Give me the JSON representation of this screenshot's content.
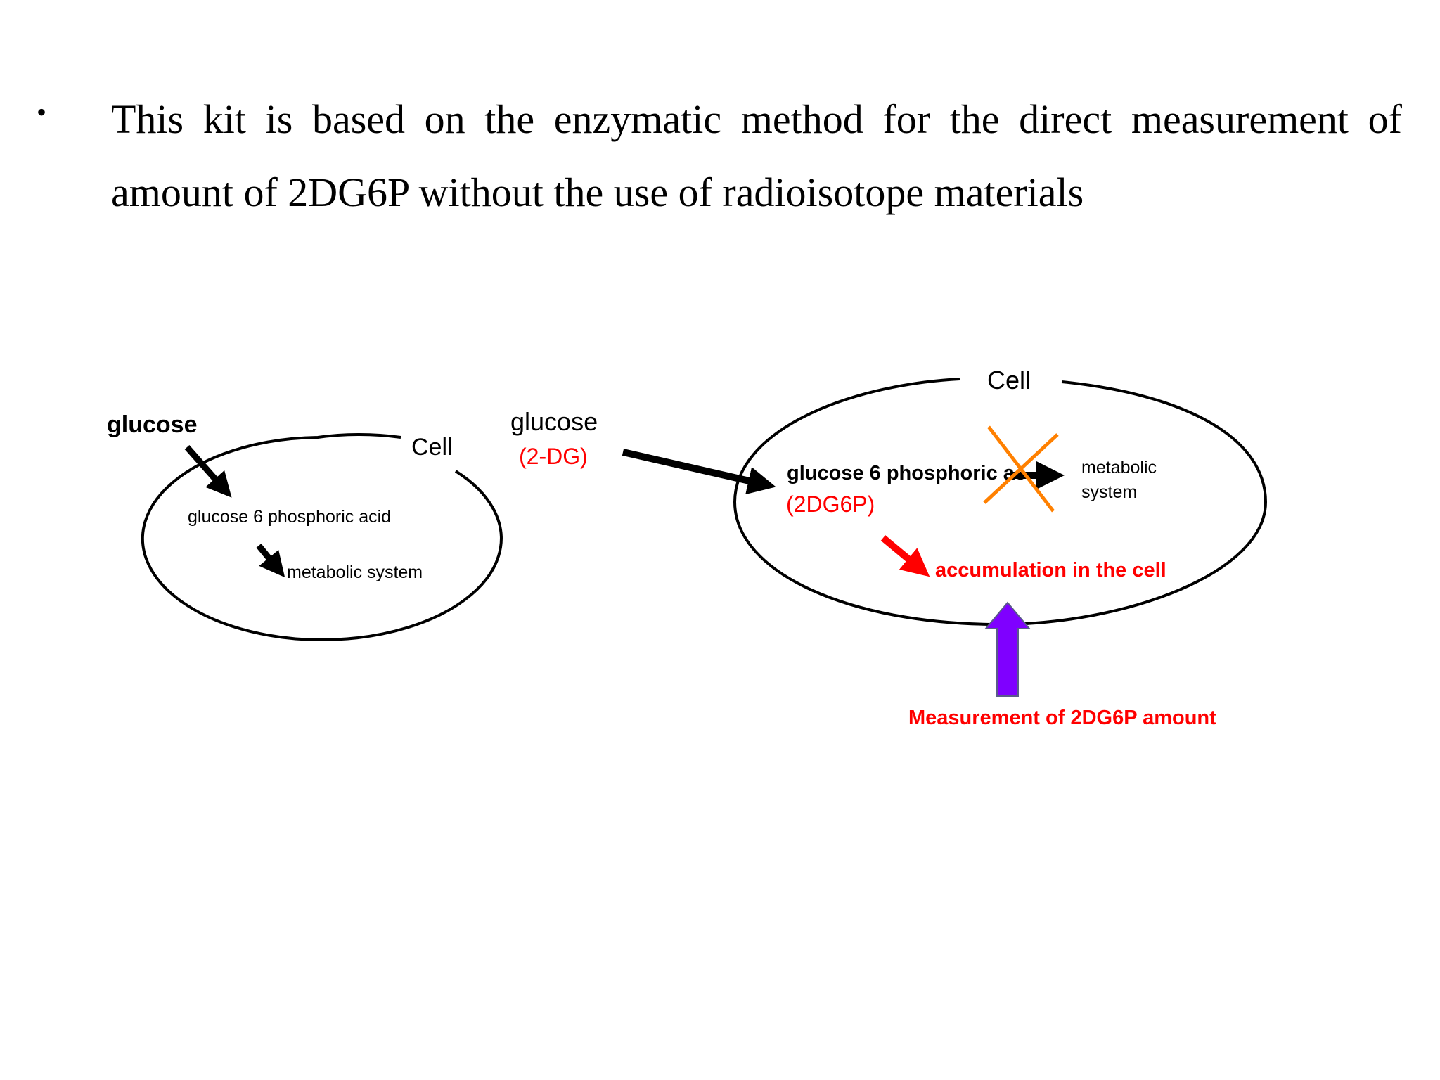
{
  "slide": {
    "bullet_symbol": "•",
    "text": "This kit is based on the enzymatic method for the direct measurement of amount of 2DG6P  without the use of radioisotope materials"
  },
  "left_cell": {
    "cell_label": "Cell",
    "input_label": "glucose",
    "intermediate_label": "glucose 6 phosphoric acid",
    "output_label": "metabolic system"
  },
  "right_cell": {
    "cell_label": "Cell",
    "input_label": "glucose",
    "input_sublabel": "(2-DG)",
    "intermediate_label": "glucose 6 phosphoric ac",
    "intermediate_sublabel": "(2DG6P)",
    "output_label_line1": "metabolic",
    "output_label_line2": "system",
    "accumulation_label": "accumulation in the cell",
    "measurement_label": "Measurement of 2DG6P amount"
  },
  "colors": {
    "text": "#000000",
    "highlight_red": "#ff0000",
    "block_orange": "#ff8000",
    "measure_arrow": "#7f00ff"
  }
}
